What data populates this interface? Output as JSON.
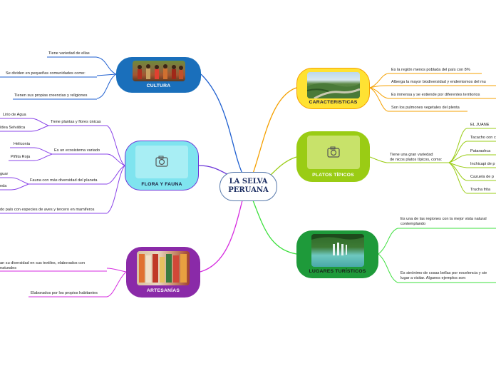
{
  "central": {
    "line1": "LA SELVA",
    "line2": "PERUANA"
  },
  "branches": {
    "cultura": {
      "title": "CULTURA",
      "color": "#1a6fbb",
      "items": [
        "Tiene variedad de ellas",
        "Se dividen en pequeñas comunidades como:",
        "Tienen sus propias creencias y religiones"
      ]
    },
    "flora": {
      "title": "FLORA Y FAUNA",
      "color": "#6b34d8",
      "items": [
        "Tiene plantas y flores únicas",
        "Es un ecosistema variado",
        "Fauna con más diversidad del planeta",
        "do país con especies de aves y tercero en  mamiferos"
      ],
      "sub_plants": [
        "Lirio de Agua",
        "ídea Selvática"
      ],
      "sub_eco": [
        "Heliconia",
        "Piñita Roja"
      ],
      "sub_fauna": [
        "guar",
        "nda"
      ]
    },
    "artesanias": {
      "title": "ARTESANÍAS",
      "color": "#c02bd6",
      "items": [
        "an su diversidad en sus textiles, elaborados con",
        "naturales",
        "Elaborados por los propios habitantes"
      ]
    },
    "caracteristicas": {
      "title": "CARACTERISTICAS",
      "color": "#f5a000",
      "items": [
        "Es la región menos poblada del país con 8%",
        "Alberga la mayor biodiversidad y endemismos del mu",
        "Es inmensa y se extiende por diferentes territorios",
        "Son los pulmones vegetales del plenta"
      ]
    },
    "platos": {
      "title": "PLATOS TÍPICOS",
      "color": "#9acc14",
      "intro": [
        "Tiene una gran variedad",
        "de nicos platos típicos, como:"
      ],
      "items": [
        "EL JUANE",
        "Tacacho con c",
        "Patarashca",
        "Inchicapi de p",
        "Cazuela de p",
        "Trucha frita"
      ]
    },
    "lugares": {
      "title": "LUGARES TURÍSTICOS",
      "color": "#3cc43c",
      "items": [
        "Es una de las regiones con la mejor vista natural",
        "contemplando",
        "Es sinónimo de cosas bellas  por excelencia y sie",
        "lugar a visitar. Algunos ejemplos son:"
      ]
    }
  },
  "icons": {
    "camera": "camera-icon"
  }
}
